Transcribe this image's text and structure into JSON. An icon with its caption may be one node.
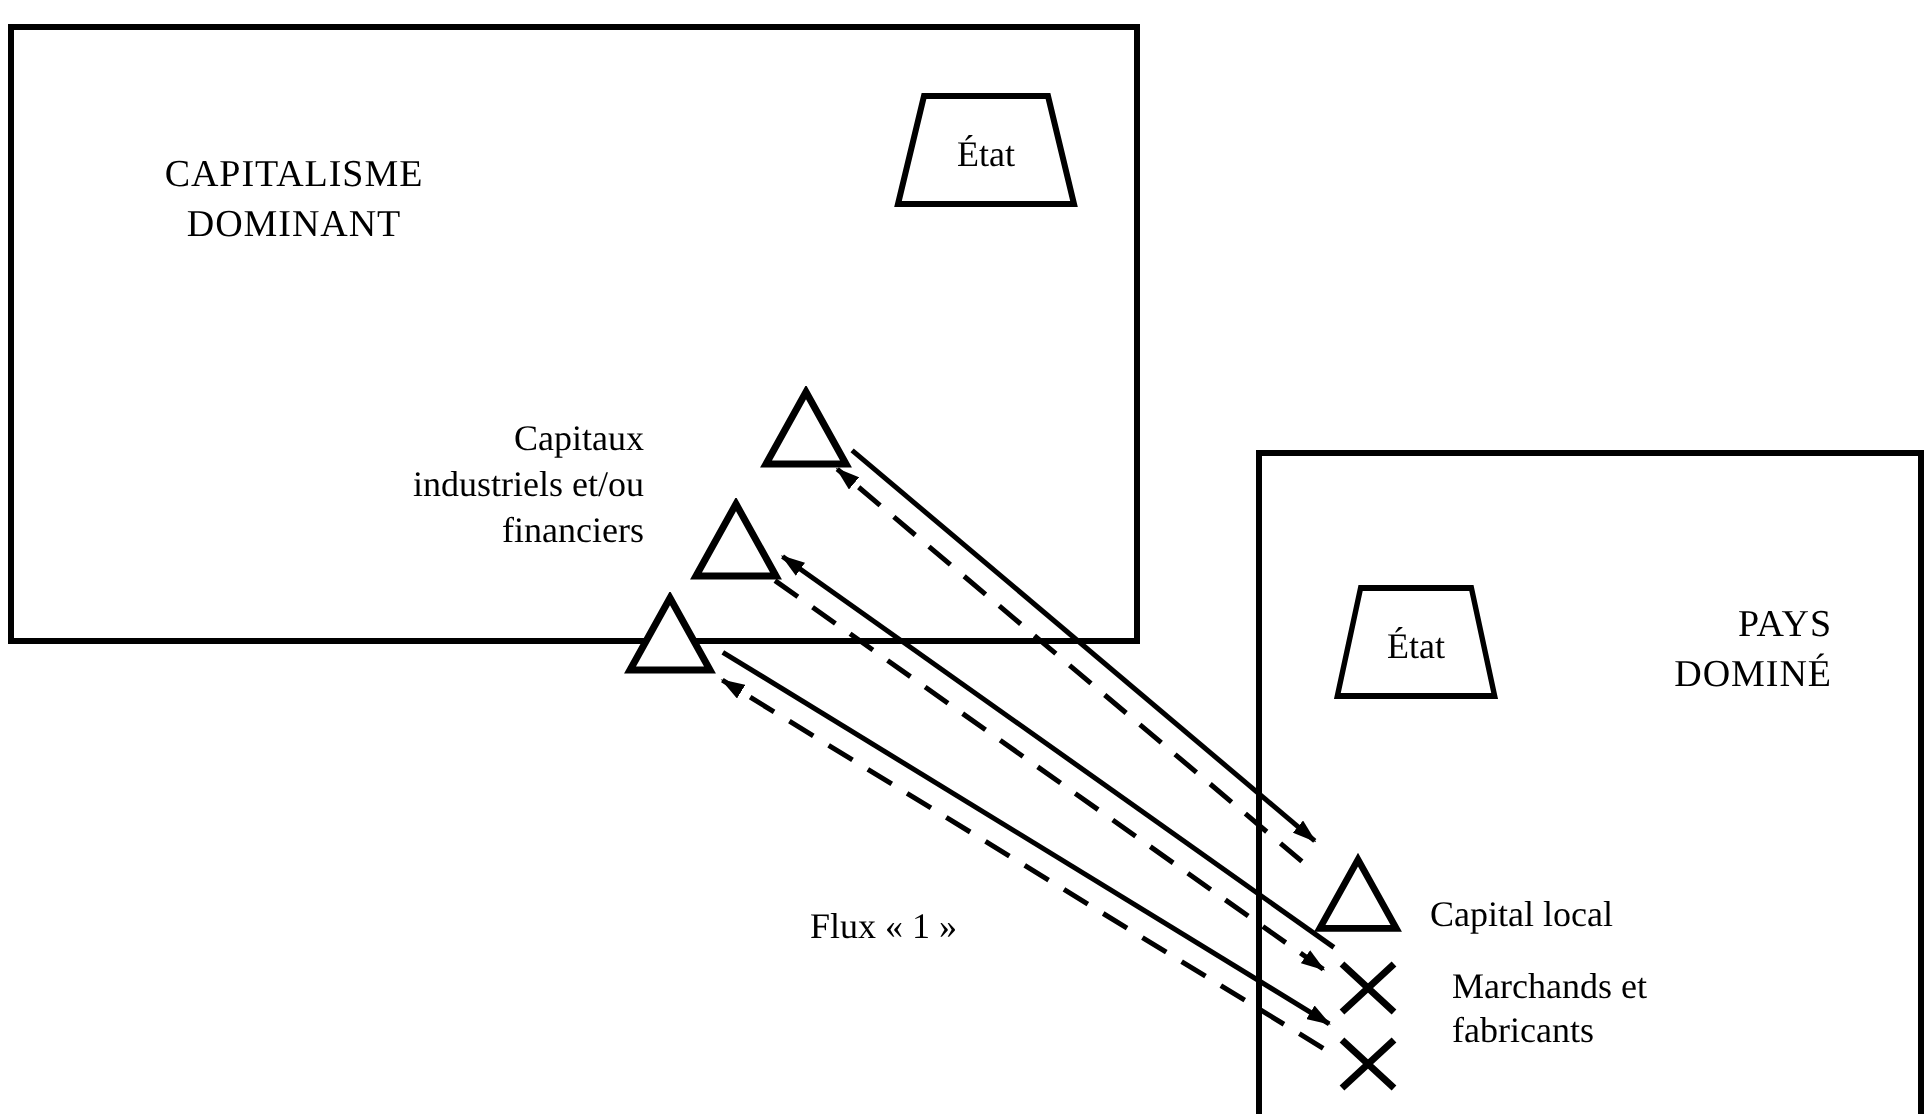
{
  "diagram": {
    "nodes": [
      {
        "text": [
          "CAPITALISME DOMINANT"
        ]
      },
      {
        "text": [
          "État"
        ],
        "in": 0
      },
      {
        "text": [],
        "shape": "triangle",
        "in": 0
      },
      {
        "text": [],
        "shape": "triangle",
        "in": 0
      },
      {
        "text": [],
        "shape": "triangle"
      },
      {
        "text": [
          "PAYS DOMINÉ"
        ]
      },
      {
        "text": [
          "État"
        ],
        "in": 5
      },
      {
        "text": [],
        "shape": "triangle",
        "in": 5,
        "beside": [
          "Capital local"
        ]
      },
      {
        "text": [],
        "shape": "cross",
        "in": 5,
        "beside": [
          "Marchands et fabricants"
        ]
      },
      {
        "text": [],
        "shape": "cross",
        "in": 5
      }
    ],
    "edges": [
      {
        "from": 2,
        "to": 7,
        "arrow": "to"
      },
      {
        "from": 7,
        "to": 2,
        "arrow": "to",
        "style": "dashed"
      },
      {
        "from": 3,
        "to": 8,
        "arrow": "to",
        "style": "dashed"
      },
      {
        "from": 8,
        "to": 3,
        "arrow": "to"
      },
      {
        "from": 4,
        "to": 9,
        "arrow": "to"
      },
      {
        "from": 9,
        "to": 4,
        "arrow": "to",
        "style": "dashed"
      }
    ],
    "labels": [
      "Capitaux industriels et/ou financiers",
      "Flux « 1 »"
    ]
  }
}
